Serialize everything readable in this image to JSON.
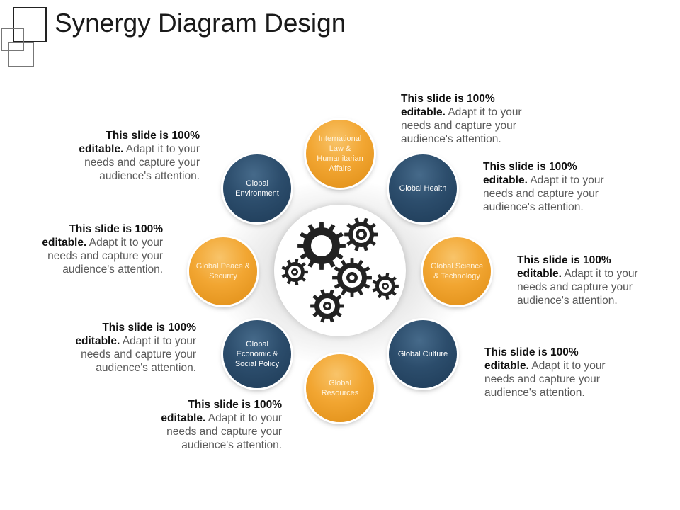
{
  "slide": {
    "title": "Synergy Diagram Design"
  },
  "colors": {
    "blue": "#2c4d6c",
    "orange": "#f2a632",
    "gear": "#222222"
  },
  "hub": {
    "icon": "gears-icon"
  },
  "nodes": [
    {
      "label": "International Law & Humanitarian Affairs",
      "color": "orange"
    },
    {
      "label": "Global Health",
      "color": "blue"
    },
    {
      "label": "Global Science & Technology",
      "color": "orange"
    },
    {
      "label": "Global Culture",
      "color": "blue"
    },
    {
      "label": "Global Resources",
      "color": "orange"
    },
    {
      "label": "Global Economic & Social Policy",
      "color": "blue"
    },
    {
      "label": "Global Peace & Security",
      "color": "orange"
    },
    {
      "label": "Global Environment",
      "color": "blue"
    }
  ],
  "callouts": [
    {
      "bold": "This slide is 100% editable.",
      "text": " Adapt it to your needs and capture your audience's attention."
    },
    {
      "bold": "This slide is 100% editable.",
      "text": " Adapt it to your needs and capture your audience's attention."
    },
    {
      "bold": "This slide is 100% editable.",
      "text": " Adapt it to your needs and capture your audience's attention."
    },
    {
      "bold": "This slide is 100% editable.",
      "text": " Adapt it to your needs and capture your audience's attention."
    },
    {
      "bold": "This slide is 100% editable.",
      "text": " Adapt it to your needs and capture your audience's attention."
    },
    {
      "bold": "This slide is 100% editable.",
      "text": " Adapt it to your needs and capture your audience's attention."
    },
    {
      "bold": "This slide is 100% editable.",
      "text": " Adapt it to your needs and capture your audience's attention."
    },
    {
      "bold": "This slide is 100% editable.",
      "text": " Adapt it to your needs and capture your audience's attention."
    }
  ]
}
